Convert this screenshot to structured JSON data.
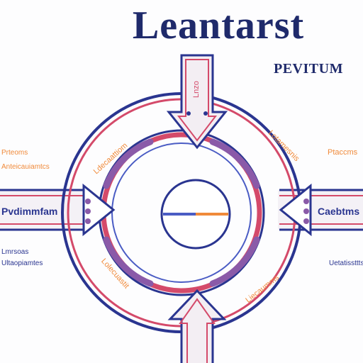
{
  "diagram": {
    "title": "Leantarst",
    "subtitle": "PEVITUM",
    "left_banner_label": "Pvdimmfam",
    "right_banner_label": "Caebtms",
    "ring_labels": {
      "top_left": "Ldecaattiom",
      "top_right": "Lotamesnis",
      "bottom_left": "Lolecuastit",
      "bottom_right": "Liecaumms"
    },
    "side_labels": {
      "upper_left_1": "Prteoms",
      "upper_left_2": "Anteicauiamtcs",
      "upper_right": "Ptaccms",
      "lower_left_1": "Lmrsoas",
      "lower_left_2": "Ultaopiamtes",
      "lower_right": "Uetatissttts"
    },
    "top_arrow_text": "Lnzo",
    "colors": {
      "navy": "#2a3590",
      "blue": "#4a5cc4",
      "red": "#d44a6a",
      "orange": "#f08a3a",
      "purple": "#8a5aa8"
    }
  }
}
